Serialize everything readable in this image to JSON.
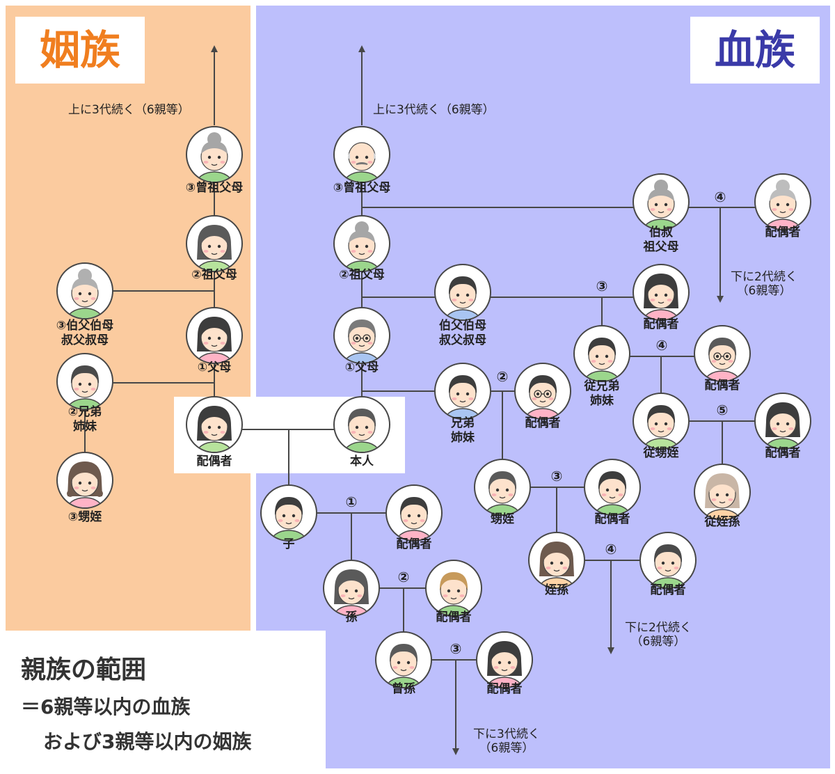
{
  "headers": {
    "inlaw": "姻族",
    "blood": "血族"
  },
  "notes": {
    "inlaw_up": "上に3代続く（6親等）",
    "blood_up": "上に3代続く（6親等）",
    "granduncle_down": "下に2代続く\n（6親等）",
    "niece_child_down": "下に2代続く\n（6親等）",
    "great_grandchild_down": "下に3代続く\n（6親等）"
  },
  "people": {
    "inlaw_ggparents": "③曾祖父母",
    "inlaw_gparents": "②祖父母",
    "inlaw_uncles": "③伯父伯母\n叔父叔母",
    "inlaw_parents": "①父母",
    "inlaw_siblings": "②兄弟\n姉妹",
    "inlaw_nephews": "③甥姪",
    "spouse": "配偶者",
    "self": "本人",
    "blood_ggparents": "③曾祖父母",
    "blood_gparents": "②祖父母",
    "blood_parents": "①父母",
    "granduncles": "伯叔\n祖父母",
    "granduncles_spouse": "配偶者",
    "uncles": "伯父伯母\n叔父叔母",
    "uncles_spouse": "配偶者",
    "cousins": "従兄弟\n姉妹",
    "cousins_spouse": "配偶者",
    "cousin_children": "従甥姪",
    "cousin_children_spouse": "配偶者",
    "cousin_grandchild": "従姪孫",
    "siblings": "兄弟\n姉妹",
    "siblings_spouse": "配偶者",
    "nephews": "甥姪",
    "nephews_spouse": "配偶者",
    "grandnephews": "姪孫",
    "grandnephews_spouse": "配偶者",
    "child": "子",
    "child_spouse": "配偶者",
    "grandchild": "孫",
    "grandchild_spouse": "配偶者",
    "great_grandchild": "曾孫",
    "great_grandchild_spouse": "配偶者"
  },
  "degrees": {
    "granduncle_spouse": "④",
    "uncle_spouse": "③",
    "cousin_spouse": "④",
    "cousin_child_spouse": "⑤",
    "sibling_spouse": "②",
    "nephew_spouse": "③",
    "grandnephew_spouse": "④",
    "child_spouse": "①",
    "grandchild_spouse": "②",
    "great_grandchild_spouse": "③"
  },
  "summary": {
    "title": "親族の範囲",
    "line1": "＝6親等以内の血族",
    "line2": "および3親等以内の姻族"
  },
  "colors": {
    "inlaw_bg": "#fbcb9f",
    "blood_bg": "#bdbffc",
    "inlaw_title": "#f07e1f",
    "blood_title": "#3a3aa8",
    "line": "#474747",
    "skin": "#fde2cc"
  }
}
